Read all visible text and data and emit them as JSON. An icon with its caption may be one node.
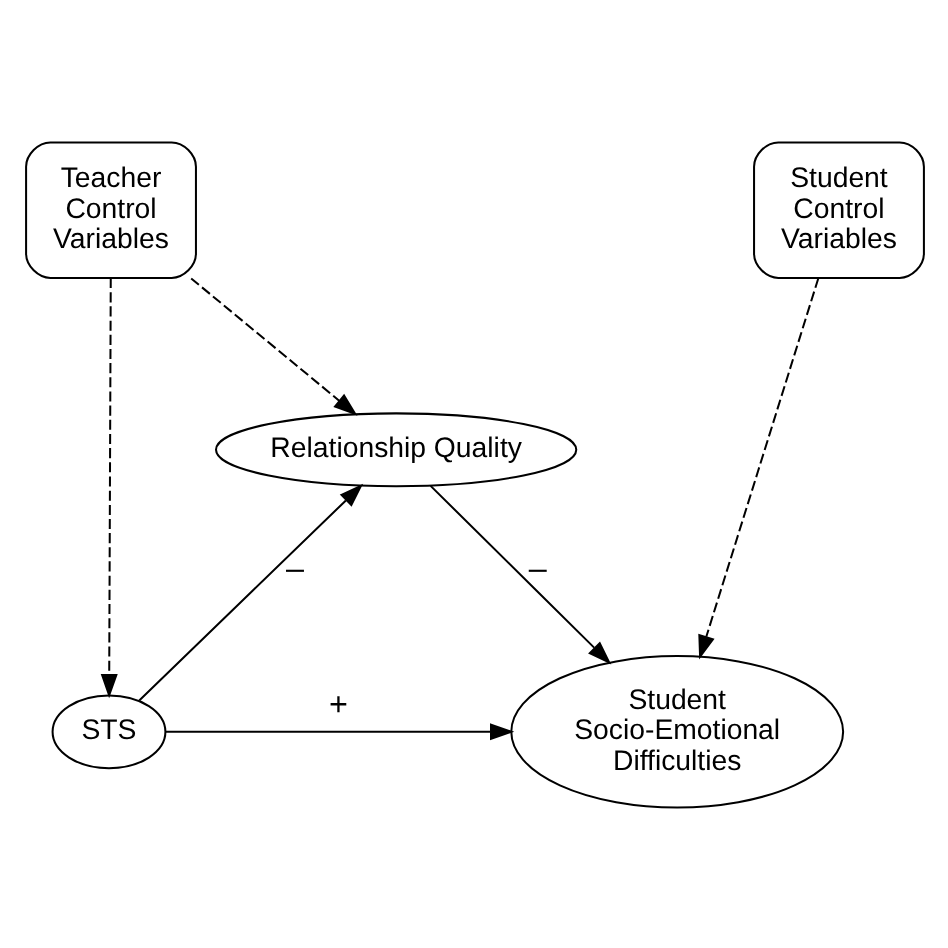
{
  "diagram": {
    "nodes": [
      {
        "text": [
          "Relationship Quality"
        ]
      },
      {
        "text": [
          "STS"
        ]
      },
      {
        "text": [
          "Student Socio-Emotional Difficulties"
        ]
      },
      {
        "text": [
          "Teacher Control Variables"
        ]
      },
      {
        "text": [
          "Student Control Variables"
        ]
      }
    ],
    "edges": [
      {
        "from": 1,
        "to": 0,
        "arrow": "to",
        "label": "–"
      },
      {
        "from": 0,
        "to": 2,
        "arrow": "to",
        "label": "–"
      },
      {
        "from": 1,
        "to": 2,
        "arrow": "to",
        "label": "+"
      },
      {
        "from": 3,
        "to": 1,
        "arrow": "to",
        "style": "dashed"
      },
      {
        "from": 3,
        "to": 0,
        "arrow": "to",
        "style": "dashed"
      },
      {
        "from": 4,
        "to": 2,
        "arrow": "to",
        "style": "dashed"
      }
    ]
  }
}
